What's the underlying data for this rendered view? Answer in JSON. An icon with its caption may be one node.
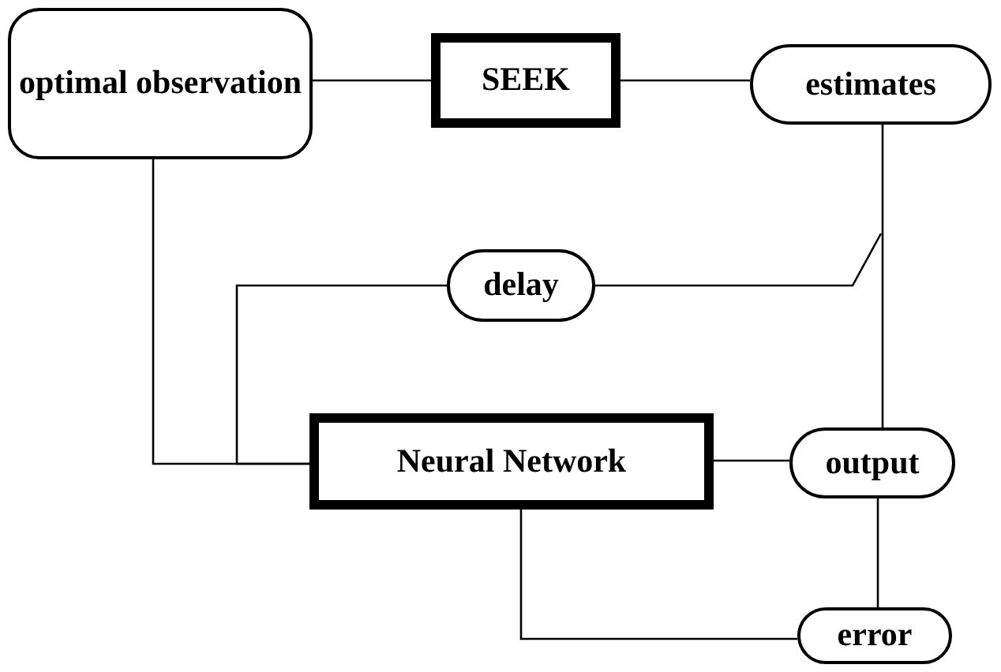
{
  "diagram": {
    "nodes": [
      {
        "text": [
          "optimal observation"
        ]
      },
      {
        "text": [
          "SEEK"
        ]
      },
      {
        "text": [
          "estimates"
        ]
      },
      {
        "text": [
          "delay"
        ]
      },
      {
        "text": [
          "Neural Network"
        ]
      },
      {
        "text": [
          "output"
        ]
      },
      {
        "text": [
          "error"
        ]
      }
    ],
    "edges": [
      {
        "from": 0,
        "to": 1,
        "arrow": "none"
      },
      {
        "from": 1,
        "to": 2,
        "arrow": "none"
      },
      {
        "from": 2,
        "to": 5,
        "arrow": "none"
      },
      {
        "from": 3,
        "to": null,
        "arrow": "none"
      },
      {
        "from": 3,
        "to": 4,
        "arrow": "none"
      },
      {
        "from": 0,
        "to": 4,
        "arrow": "none"
      },
      {
        "from": 4,
        "to": 5,
        "arrow": "none"
      },
      {
        "from": 5,
        "to": 6,
        "arrow": "none"
      },
      {
        "from": 4,
        "to": 6,
        "arrow": "none"
      }
    ]
  }
}
